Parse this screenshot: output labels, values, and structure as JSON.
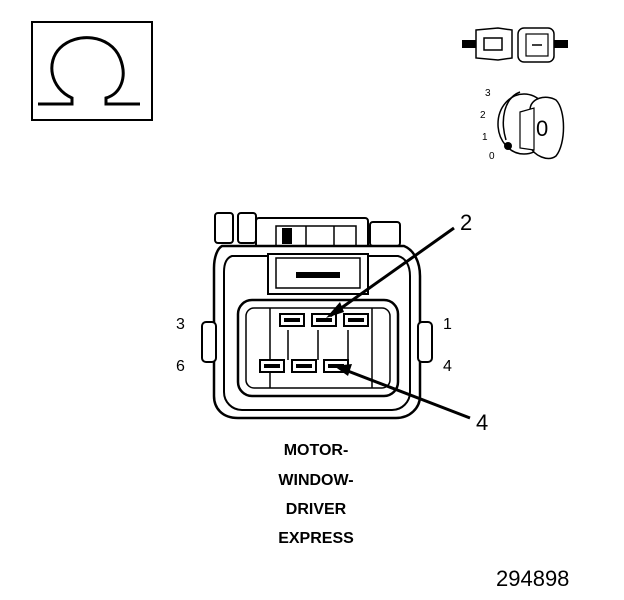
{
  "icons": {
    "ohm_symbol": "omega-resistance-icon",
    "connector_test": "connector-disconnect-icon",
    "ignition": "ignition-switch-icon"
  },
  "ignition": {
    "positions": [
      "3",
      "2",
      "1",
      "0"
    ],
    "key_label": "0"
  },
  "connector": {
    "pins": {
      "p3": "3",
      "p1": "1",
      "p6": "6",
      "p4": "4"
    },
    "callouts": {
      "c2": "2",
      "c4": "4"
    }
  },
  "caption": {
    "line1": "MOTOR-",
    "line2": "WINDOW-",
    "line3": "DRIVER",
    "line4": "EXPRESS"
  },
  "figure_number": "294898"
}
